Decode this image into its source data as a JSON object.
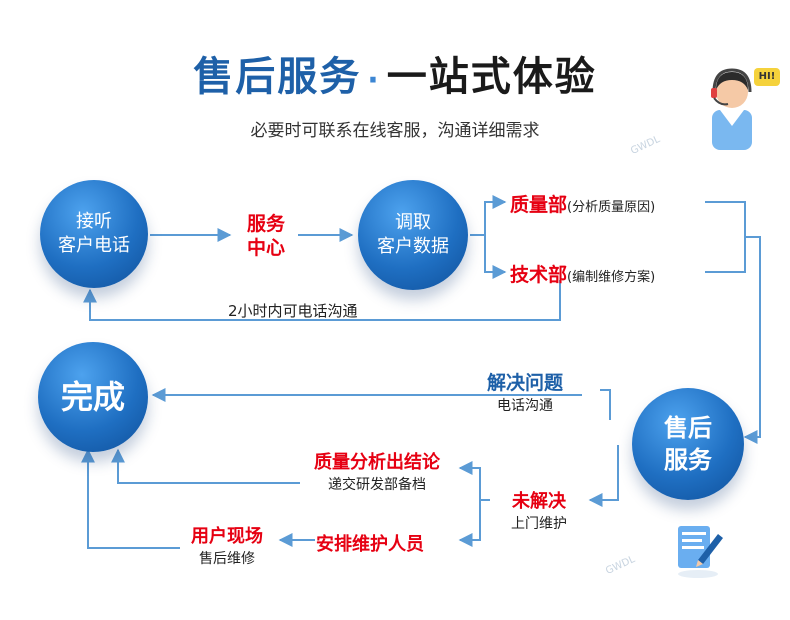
{
  "title": {
    "main": "售后服务",
    "dot": "·",
    "rest": "一站式体验"
  },
  "subtitle": "必要时可联系在线客服，沟通详细需求",
  "nodes": {
    "answer_call": [
      "接听",
      "客户电话"
    ],
    "service_center": [
      "服务",
      "中心"
    ],
    "retrieve_data": [
      "调取",
      "客户数据"
    ],
    "quality_dept": {
      "label": "质量部",
      "note": "(分析质量原因)"
    },
    "tech_dept": {
      "label": "技术部",
      "note": "(编制维修方案)"
    },
    "phone_note": "2小时内可电话沟通",
    "complete": "完成",
    "solve_problem": {
      "label": "解决问题",
      "note": "电话沟通"
    },
    "after_sales": [
      "售后",
      "服务"
    ],
    "quality_conclusion": {
      "label": "质量分析出结论",
      "note": "递交研发部备档"
    },
    "unsolved": {
      "label": "未解决",
      "note": "上门维护"
    },
    "user_site": {
      "label": "用户现场",
      "note": "售后维修"
    },
    "arrange_staff": "安排维护人员"
  },
  "icons": {
    "headset_badge": "HI!",
    "watermark": "GWDL"
  },
  "colors": {
    "accent_blue": "#1e60a8",
    "line_blue": "#5b9bd5",
    "alert_red": "#e60012"
  }
}
